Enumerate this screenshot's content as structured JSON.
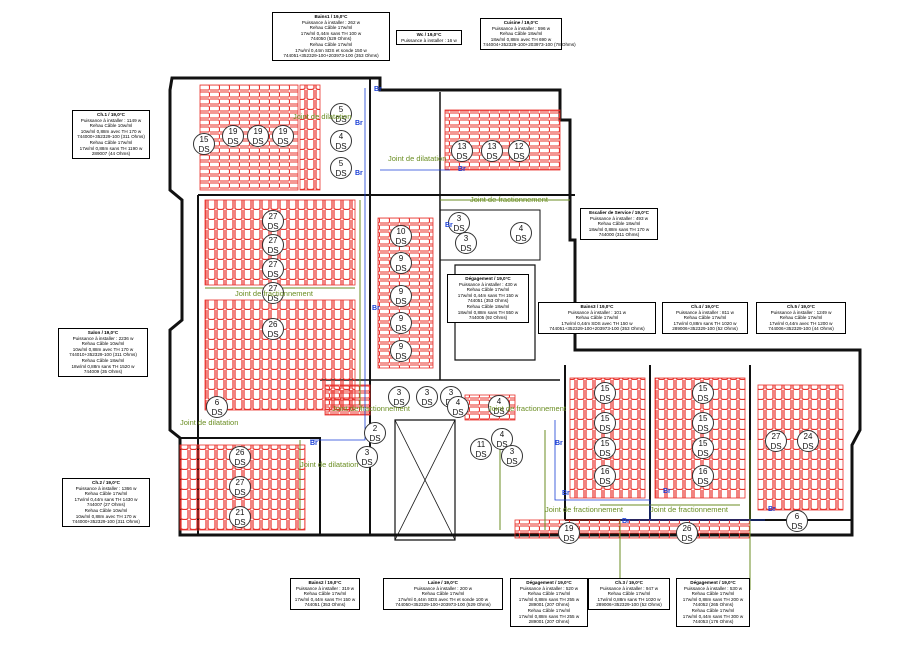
{
  "rooms": [
    {
      "id": "bains1",
      "title": "Bains1 / 19,0°C",
      "lines": [
        "Puissance à installer : 262 w",
        "",
        "Rehau Câble 17w/ml",
        "17w/ml 0,44m sans TH 100 w",
        "744050 (529 Ohms)",
        "Rehau Câble 17w/ml",
        "17w/ml 0,44m SDS et sonde 150 w",
        "744051+352329-100+203973-100 (353 Ohms)"
      ]
    },
    {
      "id": "wc",
      "title": "Wc / 19,0°C",
      "lines": [
        "Puissance à installer : 16 w"
      ]
    },
    {
      "id": "cuisine",
      "title": "Cuisine / 19,0°C",
      "lines": [
        "Puissance à installer : 596 w",
        "",
        "Rehau Câble 18w/ml",
        "18w/ml 0,88m avec TH 690 w",
        "744004+352329-100+203973-100 (78 Ohms)"
      ]
    },
    {
      "id": "ch1",
      "title": "Ch.1 / 19,0°C",
      "lines": [
        "Puissance à installer : 1149 w",
        "",
        "Rehau Câble 10w/ml",
        "10w/ml 0,88m avec TH 170 w",
        "744000+352329-100 (311 Ohms)",
        "Rehau Câble 17w/ml",
        "17w/ml 0,88m sans TH 1190 w",
        "289007 (44 Ohms)"
      ]
    },
    {
      "id": "escalier",
      "title": "Escalier de Service / 19,0°C",
      "lines": [
        "Puissance à installer : 493 w",
        "",
        "Rehau Câble 18w/ml",
        "18w/ml 0,88m sans TH 170 w",
        "744000 (311 Ohms)"
      ]
    },
    {
      "id": "degagement1",
      "title": "Dégagement / 19,0°C",
      "lines": [
        "Puissance à installer : 430 w",
        "",
        "Rehau Câble 17w/ml",
        "17w/ml 0,44m sans TH 150 w",
        "744051 (353 Ohms)",
        "Rehau Câble 18w/ml",
        "18w/ml 0,88m sans TH 550 w",
        "744005 (92 Ohms)"
      ]
    },
    {
      "id": "bains3",
      "title": "Bains3 / 19,0°C",
      "lines": [
        "Puissance à installer : 101 w",
        "",
        "Rehau Câble 17w/ml",
        "17w/ml 0,44m SDS avec TH 150 w",
        "744051+352329-100+203973-100 (353 Ohms)"
      ]
    },
    {
      "id": "ch4",
      "title": "Ch.4 / 19,0°C",
      "lines": [
        "Puissance à installer : 811 w",
        "",
        "Rehau Câble 17w/ml",
        "17w/ml 0,88m sans TH 1020 w",
        "289006+352329-100 (52 Ohms)"
      ]
    },
    {
      "id": "ch5",
      "title": "Ch.5 / 19,0°C",
      "lines": [
        "Puissance à installer : 1249 w",
        "",
        "Rehau Câble 17w/ml",
        "17w/ml 0,44m avec TH 1200 w",
        "744006+352329-100 (44 Ohms)"
      ]
    },
    {
      "id": "salon",
      "title": "Salon / 19,0°C",
      "lines": [
        "Puissance à installer : 2236 w",
        "",
        "Rehau Câble 10w/ml",
        "10w/ml 0,88m avec TH 170 w",
        "744010+352329-100 (311 Ohms)",
        "Rehau Câble 18w/ml",
        "18w/ml 0,88m sans TH 1520 w",
        "744009 (35 Ohms)"
      ]
    },
    {
      "id": "ch2",
      "title": "Ch.2 / 19,0°C",
      "lines": [
        "Puissance à installer : 1366 w",
        "",
        "Rehau Câble 17w/ml",
        "17w/ml 0,44m sans TH 1430 w",
        "744007 (27 Ohms)",
        "Rehau Câble 10w/ml",
        "10w/ml 0,88m avec TH 170 w",
        "744000+352329-100 (311 Ohms)"
      ]
    },
    {
      "id": "bains2",
      "title": "Bains2 / 19,0°C",
      "lines": [
        "Puissance à installer : 319 w",
        "",
        "Rehau Câble 17w/ml",
        "17w/ml 0,44m sans TH 150 w",
        "744051 (353 Ohms)"
      ]
    },
    {
      "id": "laine",
      "title": "Laine / 19,0°C",
      "lines": [
        "Puissance à installer : 200 w",
        "",
        "Rehau Câble 17w/ml",
        "17w/ml 0,44m SDS avec TH et sonde 100 w",
        "744050+352329-100+203973-100 (529 Ohms)"
      ]
    },
    {
      "id": "degagement2",
      "title": "Dégagement / 19,0°C",
      "lines": [
        "Puissance à installer : 520 w",
        "",
        "Rehau Câble 17w/ml",
        "17w/ml 0,88m sans TH 255 w",
        "289001 (207 Ohms)",
        "Rehau Câble 17w/ml",
        "17w/ml 0,88m sans TH 255 w",
        "289001 (207 Ohms)"
      ]
    },
    {
      "id": "ch3",
      "title": "Ch.3 / 19,0°C",
      "lines": [
        "Puissance à installer : 947 w",
        "",
        "Rehau Câble 17w/ml",
        "17w/ml 0,88m sans TH 1020 w",
        "289006+352329-100 (52 Ohms)"
      ]
    },
    {
      "id": "degagement3",
      "title": "Dégagement / 19,0°C",
      "lines": [
        "Puissance à installer : 530 w",
        "",
        "Rehau Câble 17w/ml",
        "17w/ml 0,88m sans TH 200 w",
        "744052 (265 Ohms)",
        "Rehau Câble 17w/ml",
        "17w/ml 0,44m sans TH 300 w",
        "744053 (176 Ohms)"
      ]
    }
  ],
  "zones": [
    "15",
    "19",
    "19",
    "19",
    "5",
    "4",
    "5",
    "13",
    "13",
    "12",
    "27",
    "27",
    "27",
    "27",
    "10",
    "9",
    "9",
    "9",
    "9",
    "3",
    "3",
    "4",
    "26",
    "6",
    "2",
    "3",
    "4",
    "3",
    "3",
    "4",
    "4",
    "3",
    "26",
    "27",
    "21",
    "15",
    "15",
    "15",
    "15",
    "15",
    "15",
    "16",
    "16",
    "27",
    "24",
    "19",
    "26",
    "6",
    "11",
    "3"
  ],
  "zone_unit": "DS",
  "joints": [
    "Joint de dilatation",
    "Joint de fractionnement"
  ],
  "thermostat_label": "Br",
  "colors": {
    "cable": "#e8302a",
    "wall": "#111111",
    "joint": "#6b8e23",
    "thermostat": "#1a3fd6"
  }
}
